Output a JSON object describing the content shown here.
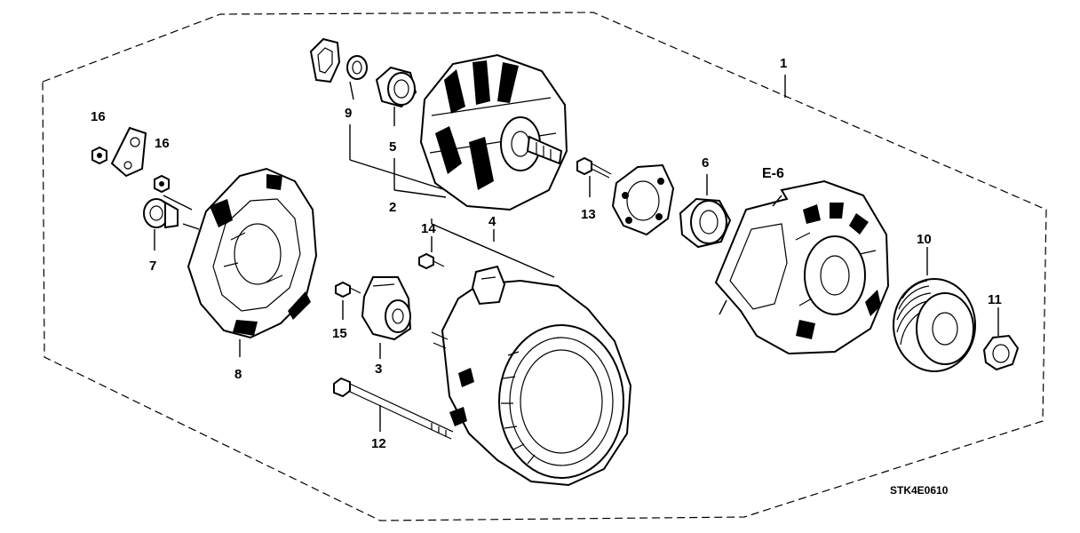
{
  "callouts": {
    "c1": "1",
    "c2": "2",
    "c3": "3",
    "c4": "4",
    "c5": "5",
    "c6": "6",
    "c7": "7",
    "c8": "8",
    "c9": "9",
    "c10": "10",
    "c11": "11",
    "c12": "12",
    "c13": "13",
    "c14": "14",
    "c15": "15",
    "c16a": "16",
    "c16b": "16"
  },
  "reference": "E-6",
  "diagram_code": "STK4E0610"
}
